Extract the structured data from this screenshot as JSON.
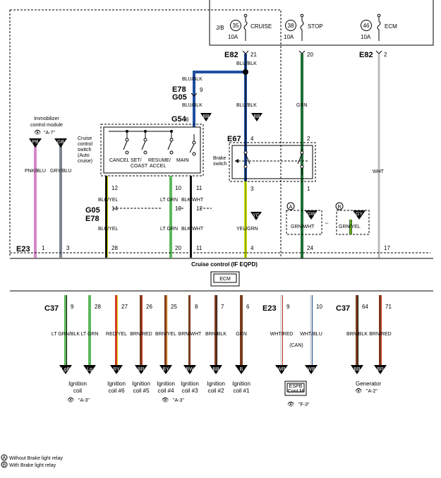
{
  "fuse_box": {
    "label": "J/B",
    "fuses": [
      {
        "num": "35",
        "name": "CRUISE",
        "amps": "10A"
      },
      {
        "num": "38",
        "name": "STOP",
        "amps": "10A"
      },
      {
        "num": "46",
        "name": "ECM",
        "amps": "10A"
      }
    ]
  },
  "connectors": {
    "e82_left": "E82",
    "e82_right": "E82",
    "e78_top": "E78",
    "g05_top": "G05",
    "g54": "G54",
    "e67": "E67",
    "g05_mid": "G05",
    "e78_mid": "E78",
    "e23_top": "E23",
    "c37_left": "C37",
    "e23_bottom": "E23",
    "c37_right": "C37"
  },
  "pins": {
    "e82_21": "21",
    "e82_20": "20",
    "e82_2": "2",
    "e78_9": "9",
    "g54_6": "6",
    "e67_4": "4",
    "e67_2": "2",
    "e67_3": "3",
    "e67_1": "1",
    "sw_12": "12",
    "sw_10": "10",
    "sw_11": "11",
    "g05_14": "14",
    "g05_13": "13",
    "g05_12": "12",
    "e23_1": "1",
    "e23_3": "3",
    "e23_28": "28",
    "e23_20": "20",
    "e23_11": "11",
    "e23_4": "4",
    "e23_24": "24",
    "e23_17": "17",
    "c37_9": "9",
    "c37_28": "28",
    "c37_27": "27",
    "c37_26": "26",
    "c37_25": "25",
    "c37_8": "8",
    "c37_7": "7",
    "c37_6": "6",
    "e23b_9": "9",
    "e23b_10": "10",
    "c37_64": "64",
    "c37_71": "71"
  },
  "wires": {
    "blu_blk_1": "BLU/BLK",
    "blu_blk_2": "BLU/BLK",
    "blu_blk_3": "BLU/BLK",
    "blu_blk_4": "BLU/BLK",
    "grn": "GRN",
    "wht": "WHT",
    "pnk_blu": "PNK/BLU",
    "gry_blu": "GRY/BLU",
    "blk_yel_1": "BLK/YEL",
    "lt_grn_1": "LT GRN",
    "blk_wht_1": "BLK/WHT",
    "blk_yel_2": "BLK/YEL",
    "lt_grn_2": "LT GRN",
    "blk_wht_2": "BLK/WHT",
    "yel_grn": "YEL/GRN",
    "grn_wht": "GRN/WHT",
    "grn_yel": "GRN/YEL",
    "c_lt_grn_blk": "LT GRN/BLK",
    "c_lt_grn": "LT GRN",
    "c_red_yel": "RED/YEL",
    "c_brn_red": "BRN/RED",
    "c_brn_yel": "BRN/YEL",
    "c_brn_wht": "BRN/WHT",
    "c_brn_blk": "BRN/BLK",
    "c_grn": "GRN",
    "c_wht_red": "WHT/RED",
    "c_wht_blu": "WHT/BLU",
    "can": "(CAN)",
    "c_brn_blk2": "BRN/BLK",
    "c_brn_red2": "BRN/RED"
  },
  "tags": {
    "bb_g54": "BB",
    "bb_e67": "BB",
    "pb": "PB",
    "gb": "GB",
    "yg": "YG",
    "gw": "GW",
    "gy": "GY",
    "lgb": "LgB",
    "lg": "Lg",
    "ry": "RY",
    "br1": "BR",
    "by": "BY",
    "bw": "BW",
    "bb1": "BB",
    "b": "B",
    "wr": "WR",
    "wb": "WB",
    "bb2": "BB",
    "br2": "BR"
  },
  "components": {
    "immobilizer_1": "Immobilizer",
    "immobilizer_2": "control module",
    "immobilizer_ref": "\"A-7\"",
    "cruise_sw_1": "Cruise",
    "cruise_sw_2": "control",
    "cruise_sw_3": "switch",
    "cruise_sw_4": "(Auto",
    "cruise_sw_5": "cruise)",
    "sw_cancel": "CANCEL",
    "sw_set_1": "SET/",
    "sw_set_2": "COAST",
    "sw_resume_1": "RESUME/",
    "sw_resume_2": "ACCEL",
    "sw_main": "MAIN",
    "brake_sw_1": "Brake",
    "brake_sw_2": "switch",
    "circle_a": "A",
    "circle_b": "B",
    "module_title": "Cruise control (IF EQPD)",
    "ecm": "ECM",
    "ign_coil_1": "Ignition",
    "ign_coil_2": "coil",
    "ign6_1": "Ignition",
    "ign6_2": "coil #6",
    "ign5_1": "Ignition",
    "ign5_2": "coil #5",
    "ign4_1": "Ignition",
    "ign4_2": "coil #4",
    "ign3_1": "Ignition",
    "ign3_2": "coil #3",
    "ign2_1": "Ignition",
    "ign2_2": "coil #2",
    "ign1_1": "Ignition",
    "ign1_2": "coil #1",
    "ref_a3_1": "\"A-3\"",
    "ref_a3_2": "\"A-3\"",
    "espb_1": "ESPB",
    "espb_2": "Cont.M",
    "ref_f3": "\"F-3\"",
    "generator": "Generator",
    "ref_a2": "\"A-2\""
  },
  "legend": [
    {
      "mark": "A",
      "text": "Without Brake light relay"
    },
    {
      "mark": "B",
      "text": "With Brake light relay"
    }
  ],
  "colors": {
    "blu_blk": "#1f4fa0",
    "grn": "#1f6e35",
    "wht": "#c8c8c8",
    "pnk": "#d489c8",
    "gry": "#7d8590",
    "lt_grn": "#5cb85c",
    "yel": "#e8e600",
    "red": "#d23a2a",
    "brn": "#7a3b1e",
    "org": "#d89030",
    "blk": "#111111"
  }
}
